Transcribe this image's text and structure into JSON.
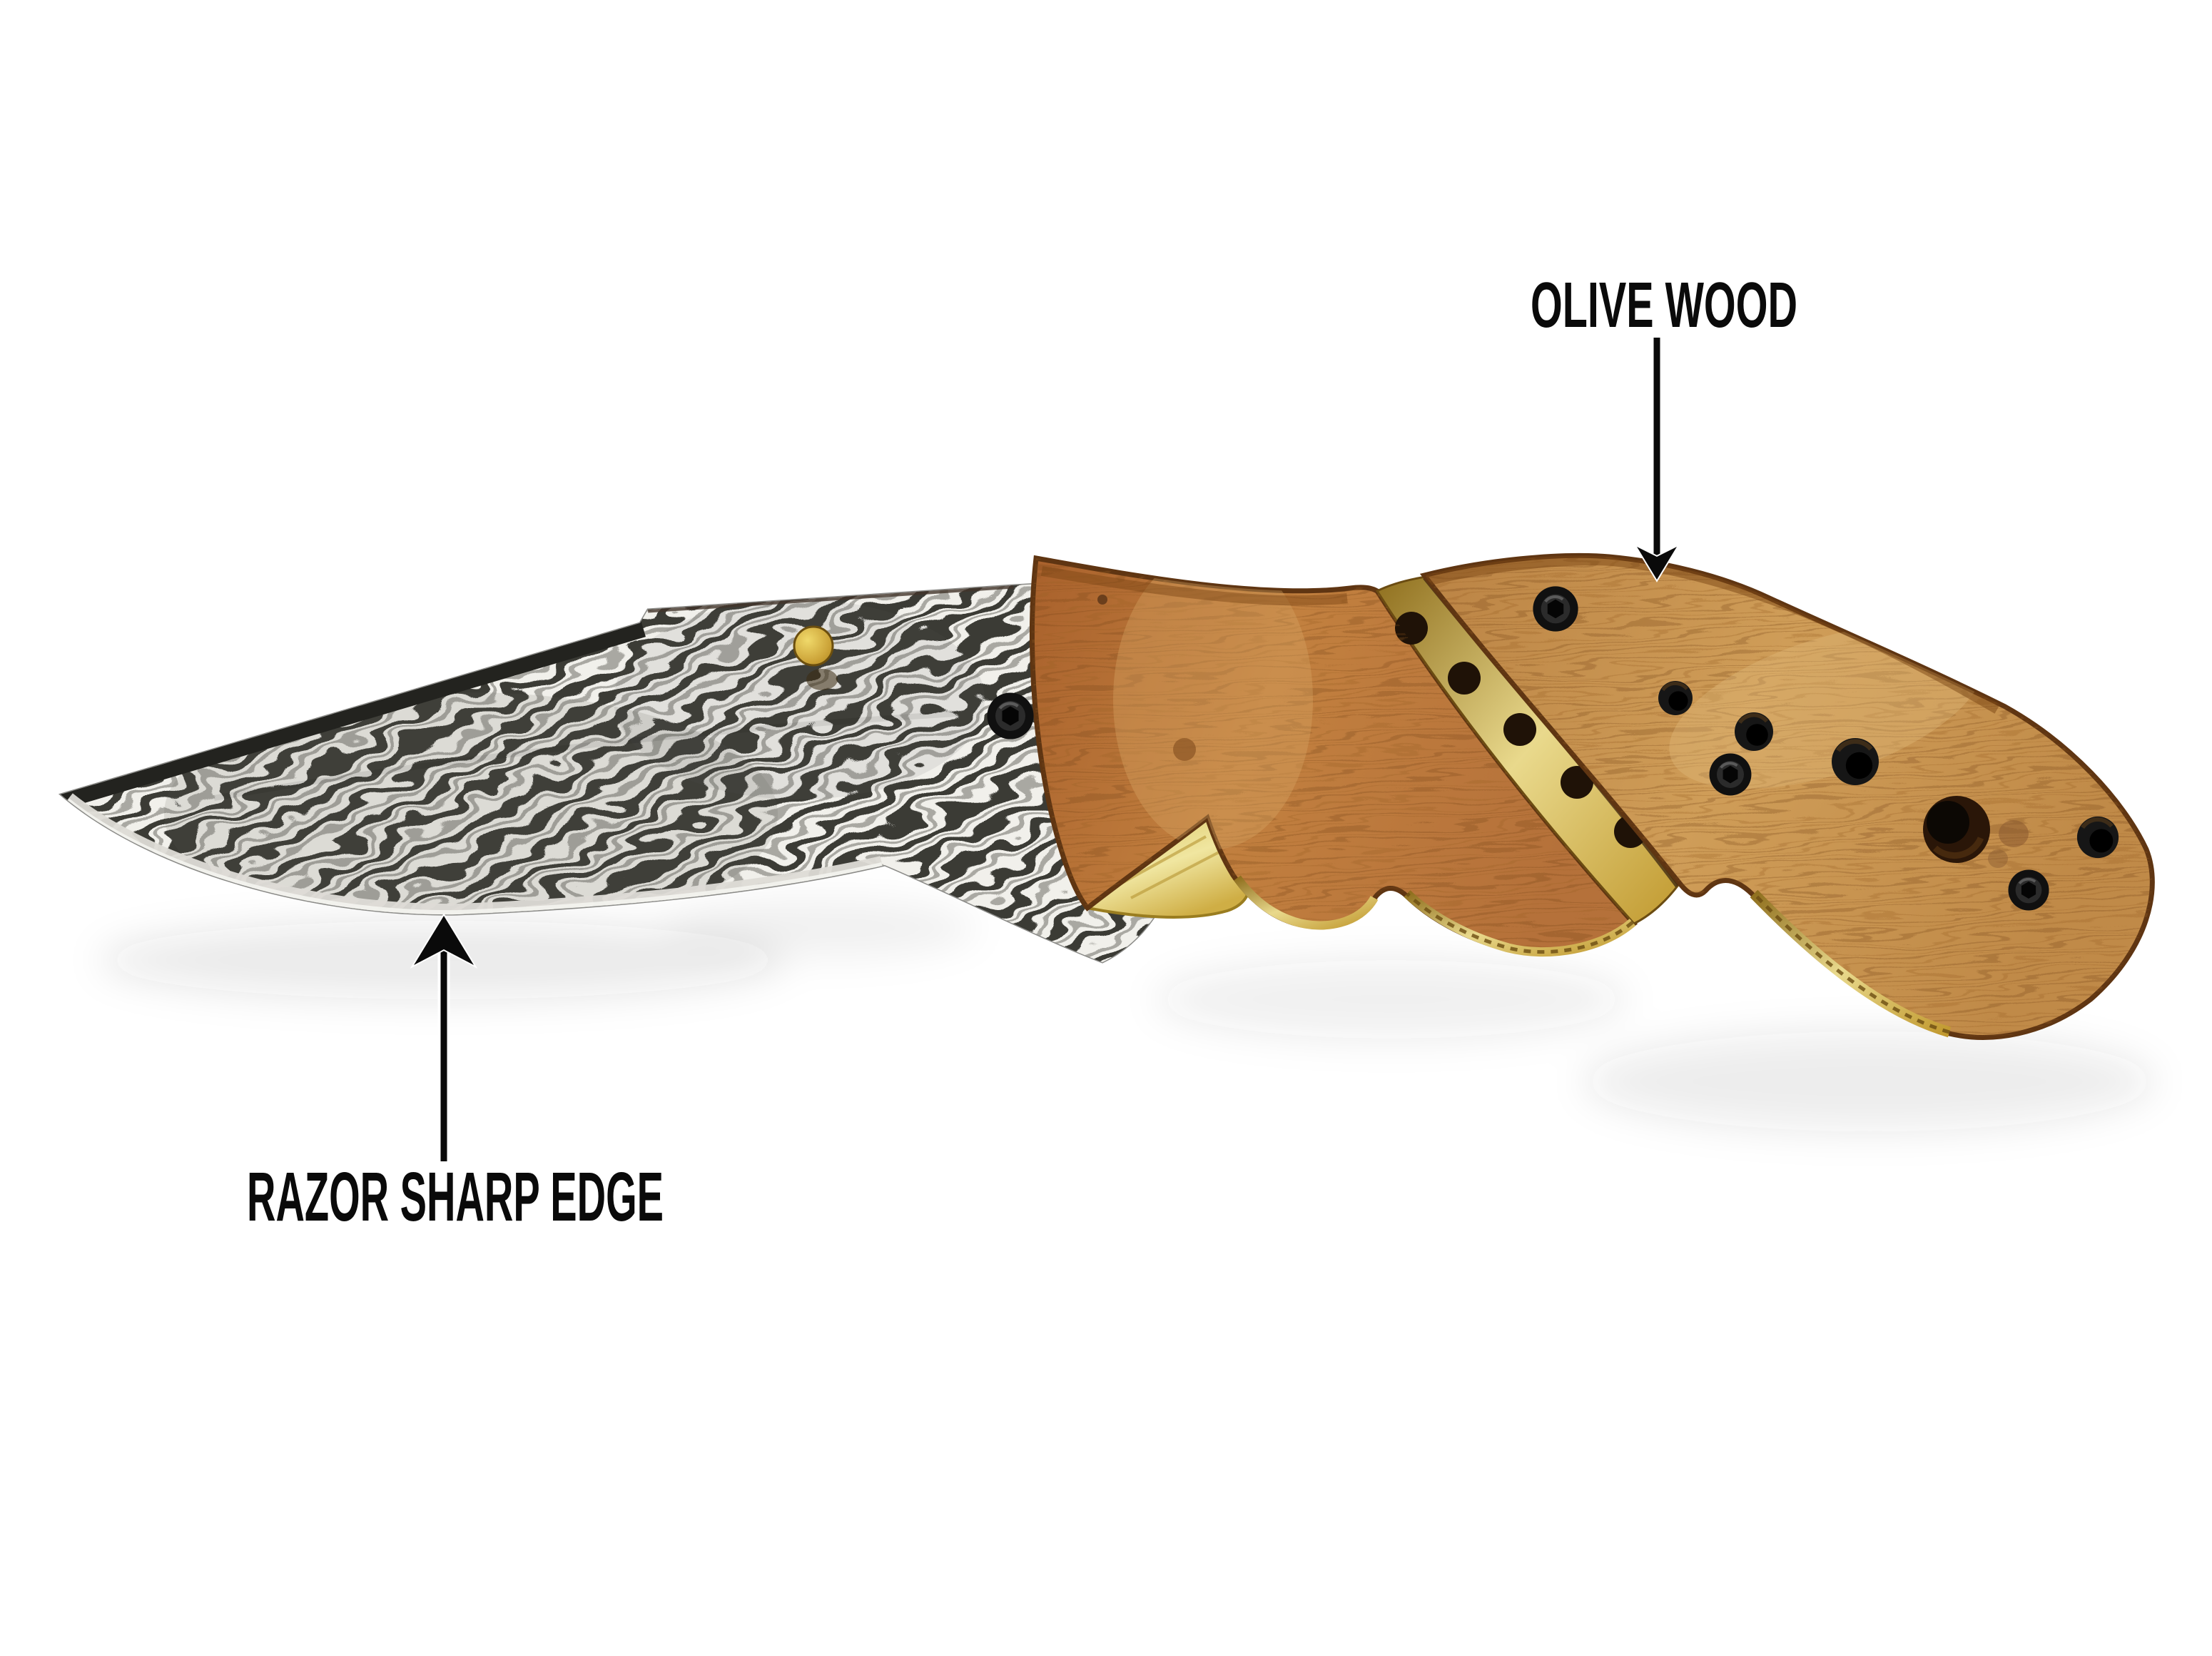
{
  "scene": {
    "background_color": "#ffffff",
    "subject": "Open Damascus-steel folding pocket knife with olive wood handle, blade pointing left"
  },
  "annotations": {
    "handle_material": {
      "label": "OLIVE WOOD",
      "arrow_direction": "down"
    },
    "blade_edge": {
      "label": "RAZOR SHARP EDGE",
      "arrow_direction": "up"
    }
  },
  "palette": {
    "label_text": "#0a0a0a",
    "arrow": "#0a0a0a",
    "damascus_dark": "#3a3a36",
    "damascus_light": "#f1f0eb",
    "blade_spine": "#23231f",
    "edge_bevel": "#dddDd8",
    "olive_wood_front": "#b5713a",
    "olive_wood_rear": "#c89a56",
    "wood_edge_dark": "#5f3512",
    "brass": "#c9a43e",
    "brass_bright": "#efe49a",
    "hardware_black": "#141414"
  }
}
